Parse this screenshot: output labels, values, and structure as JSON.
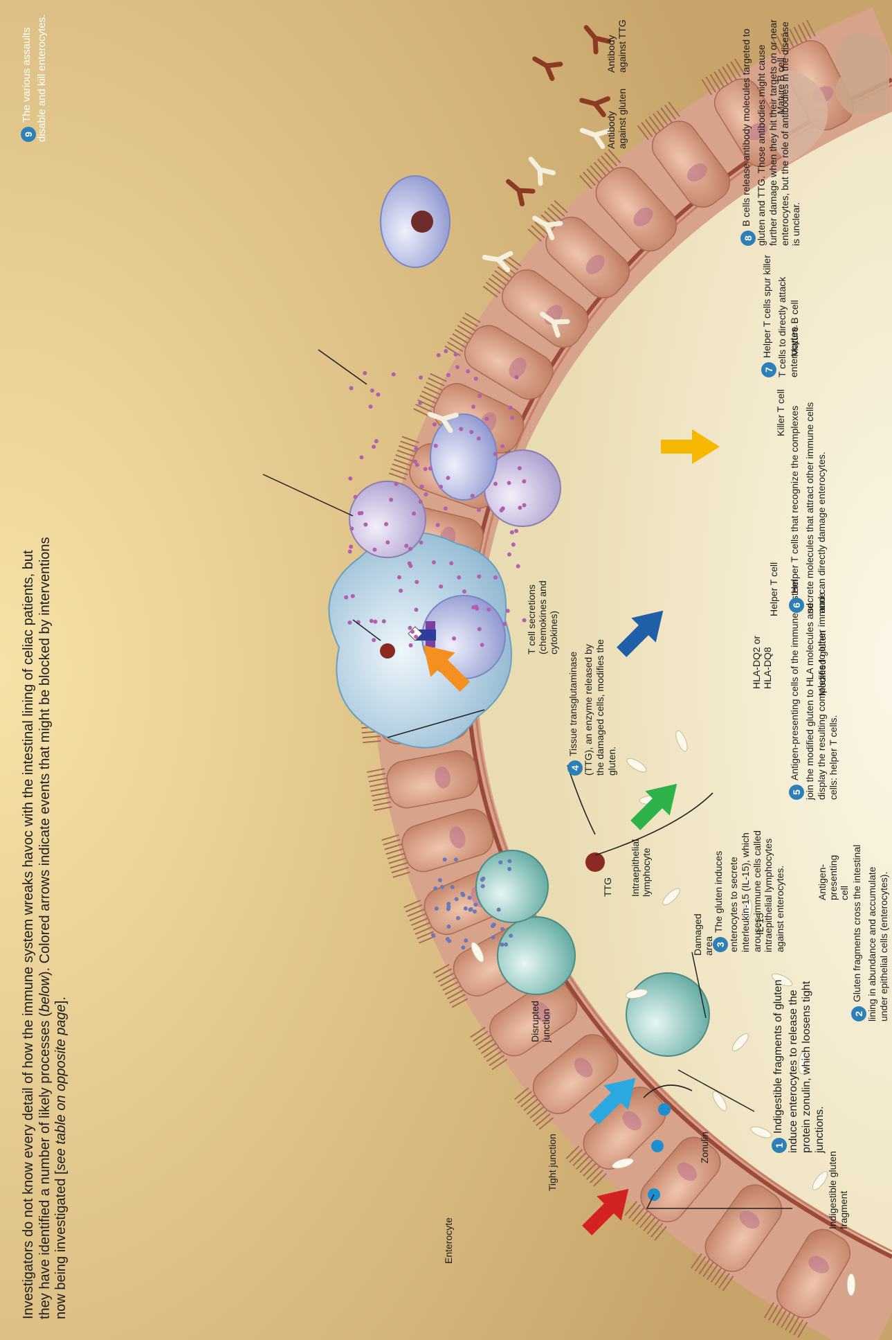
{
  "intro": {
    "text_a": "Investigators do not know every detail of how the immune system wreaks havoc with the intestinal lining of celiac patients, but they have identified a number of likely processes (",
    "text_below": "below",
    "text_b": "). Colored arrows indicate events that might be blocked by interventions now being investigated [",
    "text_see": "see table on opposite page",
    "text_c": "]."
  },
  "steps": [
    {
      "num": "1",
      "text": "Indigestible fragments of gluten induce enterocytes to release the protein zonulin, which loosens tight junctions."
    },
    {
      "num": "2",
      "text": "Gluten fragments cross the intestinal lining in abundance and accumulate under epithelial cells (enterocytes)."
    },
    {
      "num": "3",
      "text": "The gluten induces enterocytes to secrete interleukin-15 (IL-15), which arouses immune cells called intraepithelial lymphocytes against enterocytes."
    },
    {
      "num": "4",
      "text": "Tissue transglutaminase (TTG), an enzyme released by the damaged cells, modifies the gluten."
    },
    {
      "num": "5",
      "text": "Antigen-presenting cells of the immune system join the modified gluten to HLA molecules and display the resulting complexes to other immune cells: helper T cells."
    },
    {
      "num": "6",
      "text": "Helper T cells that recognize the complexes secrete molecules that attract other immune cells and can directly damage enterocytes."
    },
    {
      "num": "7",
      "text": "Helper T cells spur killer T cells to directly attack enterocytes."
    },
    {
      "num": "8",
      "text": "B cells release antibody molecules targeted to gluten and TTG. Those antibodies might cause further damage when they hit their targets on or near enterocytes, but the role of antibodies in the disease is unclear."
    },
    {
      "num": "9",
      "text": "The various assaults disable and kill enterocytes."
    }
  ],
  "labels": {
    "indigestible": "Indigestible gluten fragment",
    "zonulin": "Zonulin",
    "tight_junction": "Tight junction",
    "enterocyte": "Enterocyte",
    "disrupted_junction": "Disrupted junction",
    "damaged_area": "Damaged area",
    "il15": "IL-15",
    "intraepithelial": "Intraepithelial lymphocyte",
    "ttg": "TTG",
    "apc": "Antigen-presenting cell",
    "modified_gluten": "Modified gluten",
    "hla": "HLA-DQ2 or HLA-DQ8",
    "tcell_secretions": "T cell secretions (chemokines and cytokines)",
    "helper_t": "Helper T cell",
    "killer_t": "Killer T cell",
    "mature_b1": "Mature B cell",
    "mature_b2": "Mature B cell",
    "ab_gluten": "Antibody against gluten",
    "ab_ttg": "Antibody against TTG"
  },
  "colors": {
    "lumen": "#e9cf8e",
    "tissue": "#f3ead0",
    "enterocyte": "#d49a80",
    "membrane": "#9b4a3a",
    "step_badge": "#2d7fb8",
    "arrow_red": "#d32222",
    "arrow_cyan": "#2aa8e0",
    "arrow_green": "#2db34a",
    "arrow_blue": "#1f5fa8",
    "arrow_orange": "#f39020",
    "arrow_yellow": "#f5b700"
  }
}
